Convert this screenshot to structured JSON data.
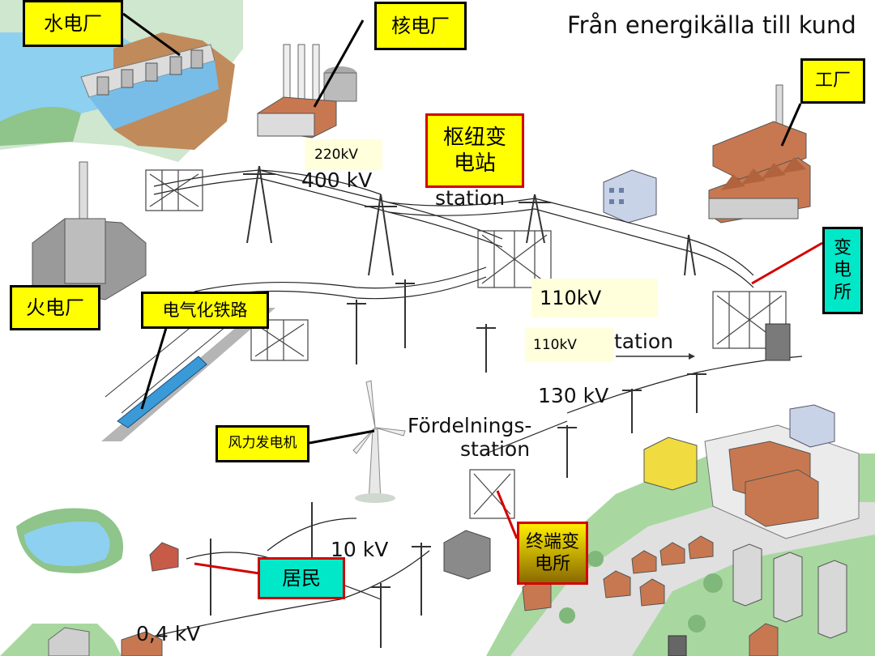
{
  "title": "Från energikälla till kund",
  "labels": {
    "hydro": "水电厂",
    "nuclear": "核电厂",
    "hub": "枢纽变电站",
    "factory": "工厂",
    "substation": "变电所",
    "thermal": "火电厂",
    "railway": "电气化铁路",
    "wind": "风力发电机",
    "terminal": "终端变电所",
    "residents": "居民"
  },
  "voltages": {
    "v220": "220kV",
    "v400": "400 kV",
    "v110_large": "110kV",
    "v110_small": "110kV",
    "v130": "130 kV",
    "v10": "10 kV",
    "v04": "0,4 kV"
  },
  "scene_text": {
    "station_top": "station",
    "station_mid": "tation",
    "distribution": "Fördelnings-",
    "distribution_station": "station"
  },
  "colors": {
    "label_bg": "#ffff00",
    "label_alt_bg": "#00e8c8",
    "accent_red": "#d40000",
    "water": "#8ed0f0",
    "roof": "#c87850",
    "grass": "#a8d8a0"
  }
}
